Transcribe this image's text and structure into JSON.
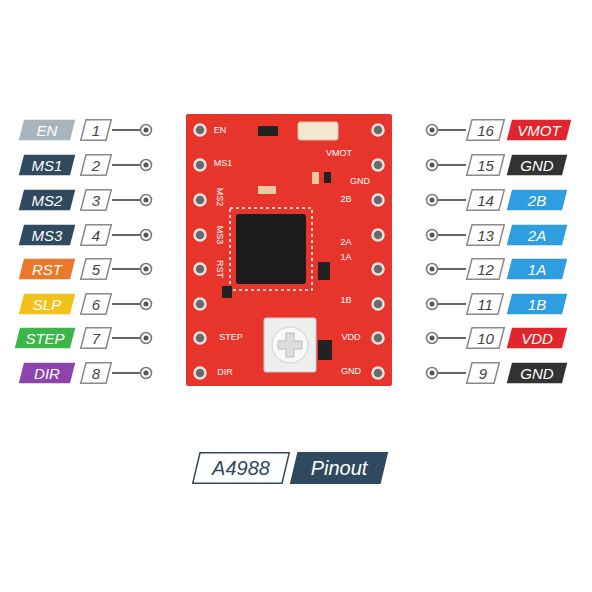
{
  "diagram": {
    "nodes": [
      {
        "text": [
          "EN"
        ]
      },
      {
        "text": [
          "1"
        ]
      },
      {
        "text": [
          "16"
        ]
      },
      {
        "text": [
          "VMOT"
        ]
      },
      {
        "text": [
          "MS1"
        ]
      },
      {
        "text": [
          "2"
        ]
      },
      {
        "text": [
          "15"
        ]
      },
      {
        "text": [
          "GND"
        ]
      },
      {
        "text": [
          "MS2"
        ]
      },
      {
        "text": [
          "3"
        ]
      },
      {
        "text": [
          "14"
        ]
      },
      {
        "text": [
          "2B"
        ]
      },
      {
        "text": [
          "MS3"
        ]
      },
      {
        "text": [
          "4"
        ]
      },
      {
        "text": [
          "13"
        ]
      },
      {
        "text": [
          "2A"
        ]
      },
      {
        "text": [
          "RST"
        ]
      },
      {
        "text": [
          "5"
        ]
      },
      {
        "text": [
          "12"
        ]
      },
      {
        "text": [
          "1A"
        ]
      },
      {
        "text": [
          "SLP"
        ]
      },
      {
        "text": [
          "6"
        ]
      },
      {
        "text": [
          "11"
        ]
      },
      {
        "text": [
          "1B"
        ]
      },
      {
        "text": [
          "STEP"
        ]
      },
      {
        "text": [
          "7"
        ]
      },
      {
        "text": [
          "10"
        ]
      },
      {
        "text": [
          "VDD"
        ]
      },
      {
        "text": [
          "DIR"
        ]
      },
      {
        "text": [
          "8"
        ]
      },
      {
        "text": [
          "9"
        ]
      },
      {
        "text": [
          "GND"
        ]
      },
      {
        "text": [
          "EN",
          "MS1",
          "MS2",
          "MS3",
          "RST",
          "STEP",
          "DIR",
          "VMOT",
          "GND",
          "2B",
          "2A",
          "1A",
          "1B",
          "VDD",
          "GND"
        ]
      },
      {
        "text": [
          "A4988"
        ]
      },
      {
        "text": [
          "Pinout"
        ]
      }
    ]
  }
}
